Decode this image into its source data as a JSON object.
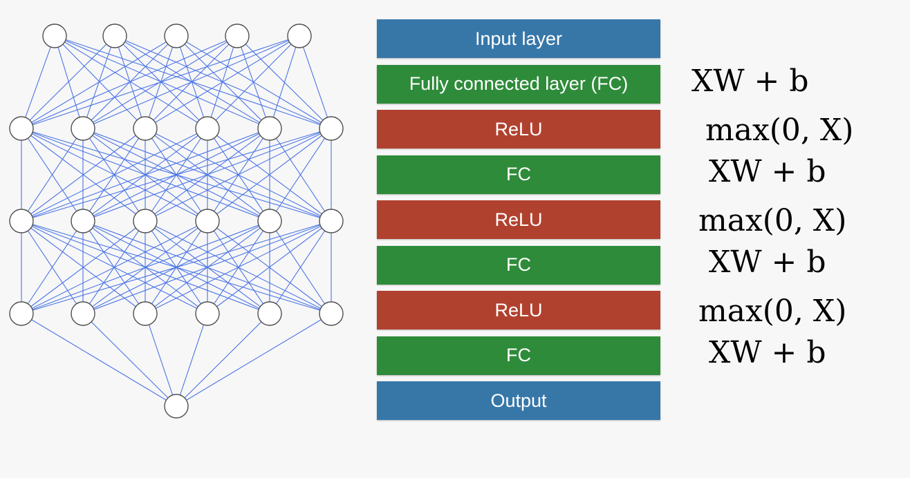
{
  "network": {
    "layers": [
      5,
      6,
      6,
      6,
      1
    ],
    "edge_color": "#4a74e6"
  },
  "layer_stack": [
    {
      "label": "Input layer",
      "color": "#3777a8",
      "formula": ""
    },
    {
      "label": "Fully connected layer (FC)",
      "color": "#2e8b3a",
      "formula": "XW + b"
    },
    {
      "label": "ReLU",
      "color": "#b1412f",
      "formula": "max(0, X)"
    },
    {
      "label": "FC",
      "color": "#2e8b3a",
      "formula": "XW + b"
    },
    {
      "label": "ReLU",
      "color": "#b1412f",
      "formula": "max(0, X)"
    },
    {
      "label": "FC",
      "color": "#2e8b3a",
      "formula": "XW + b"
    },
    {
      "label": "ReLU",
      "color": "#b1412f",
      "formula": "max(0, X)"
    },
    {
      "label": "FC",
      "color": "#2e8b3a",
      "formula": "XW + b"
    },
    {
      "label": "Output",
      "color": "#3777a8",
      "formula": ""
    }
  ]
}
